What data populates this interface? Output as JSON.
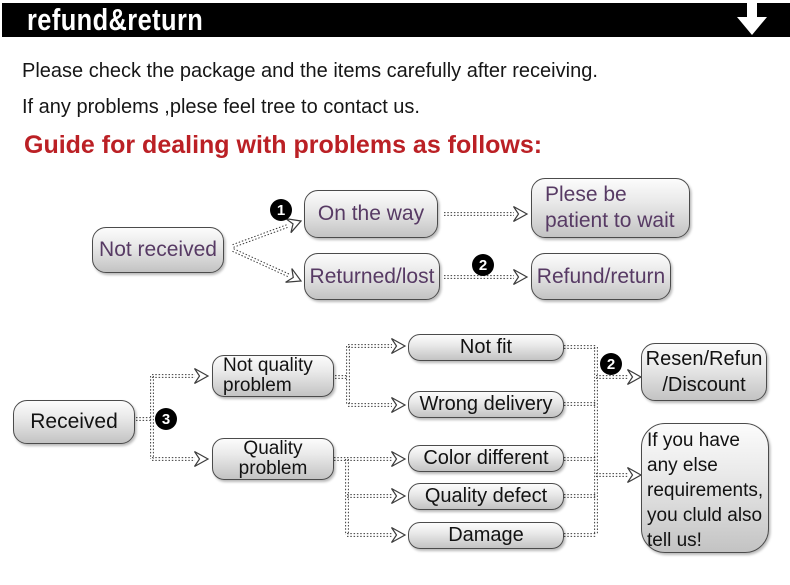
{
  "header": {
    "title": "refund&return",
    "arrow_icon": "down-arrow"
  },
  "intro": {
    "line1": "Please check the package and the items carefully after receiving.",
    "line2": "If any problems ,plese feel tree to contact us."
  },
  "guide_heading": "Guide for dealing with problems as follows:",
  "colors": {
    "header_bg": "#000000",
    "heading_red": "#bb2025",
    "flow1_text_purple": "#573a64",
    "flow2_text_black": "#121212",
    "box_border": "#4b4b4b",
    "box_fill_top": "#fcfcfc",
    "box_fill_bottom": "#c3c3c3",
    "badge_bg": "#000000",
    "badge_text": "#ffffff"
  },
  "flow1": {
    "not_received": "Not received",
    "badge1": "1",
    "on_the_way": "On the way",
    "returned_lost": "Returned/lost",
    "patient_line1": "Plese be",
    "patient_line2": "patient to wait",
    "badge2": "2",
    "refund_return": "Refund/return"
  },
  "flow2": {
    "received": "Received",
    "badge3": "3",
    "not_quality_line1": "Not quality",
    "not_quality_line2": "problem",
    "quality_line1": "Quality",
    "quality_line2": "problem",
    "not_fit": "Not fit",
    "wrong_delivery": "Wrong delivery",
    "color_different": "Color different",
    "quality_defect": "Quality defect",
    "damage": "Damage",
    "badge2": "2",
    "resen_line1": "Resen/Refun",
    "resen_line2": "/Discount",
    "note_lines": [
      "If you have",
      "any else",
      "requirements,",
      "you cluld also",
      "tell us!"
    ]
  }
}
